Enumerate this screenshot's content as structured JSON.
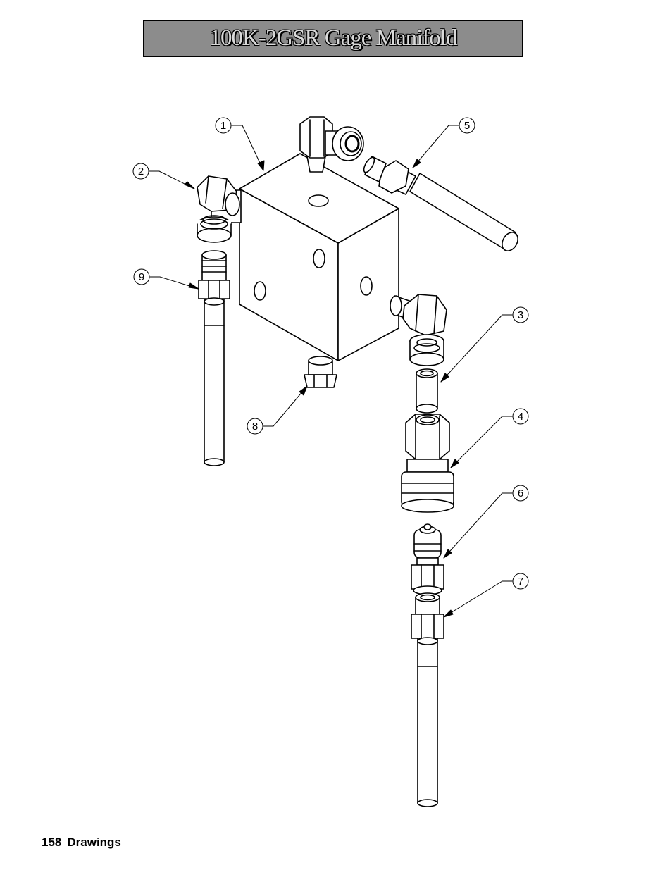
{
  "title": "100K-2GSR Gage Manifold",
  "footer": {
    "page_number": "158",
    "section": "Drawings"
  },
  "callouts": [
    "1",
    "2",
    "3",
    "4",
    "5",
    "6",
    "7",
    "8",
    "9"
  ]
}
